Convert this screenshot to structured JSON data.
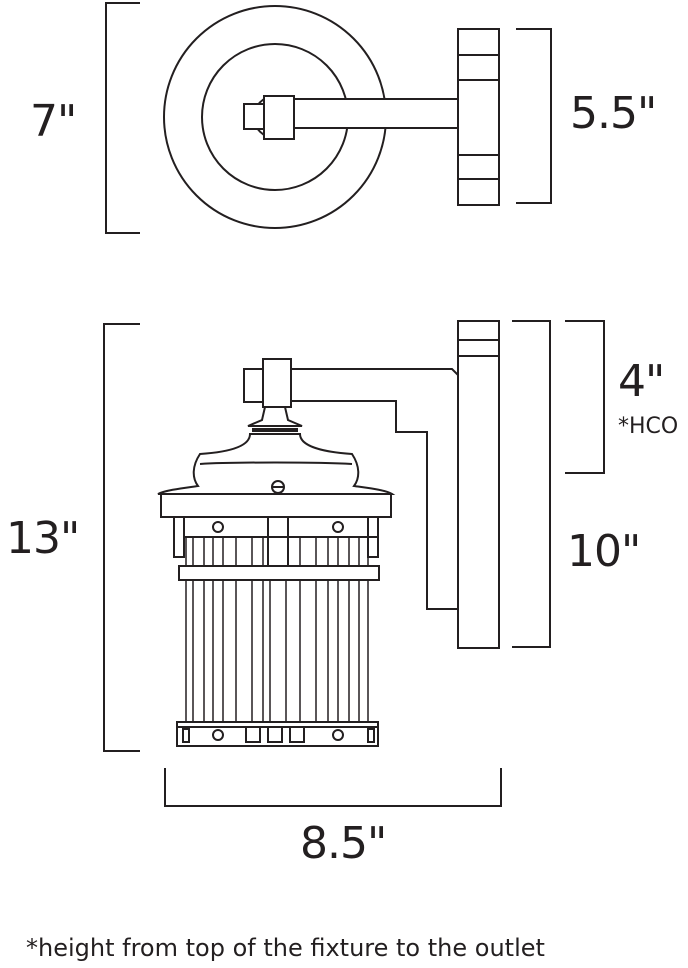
{
  "dimensions": {
    "top_height": "7\"",
    "backplate_height": "5.5\"",
    "overall_height": "13\"",
    "hco": "4\"",
    "hco_label": "*HCO",
    "backplate_side": "10\"",
    "width": "8.5\""
  },
  "footnote": "*height from top of the fixture to the outlet",
  "colors": {
    "line": "#231f20",
    "background": "#ffffff"
  }
}
